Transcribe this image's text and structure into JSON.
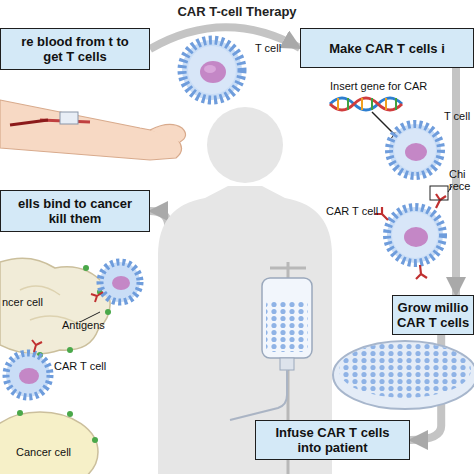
{
  "diagram": {
    "title": "CAR T-cell Therapy",
    "nodes": [
      {
        "text": [
          "re blood from t to get T cells"
        ]
      },
      {
        "text": [
          "Make CAR T cells i"
        ]
      },
      {
        "text": [
          "ells bind to cancer kill them"
        ]
      },
      {
        "text": [
          "Grow millio CAR T cells"
        ]
      },
      {
        "text": [
          "Infuse CAR T cells into patient"
        ]
      }
    ],
    "edges": [
      {
        "from": 0,
        "to": 1,
        "arrow": "to"
      },
      {
        "from": 1,
        "to": 3,
        "arrow": "to"
      },
      {
        "from": 3,
        "to": 4,
        "arrow": "to"
      },
      {
        "from": 4,
        "to": 2,
        "arrow": "to"
      }
    ],
    "labels": [
      "T cell",
      "Insert gene for CAR",
      "T cell",
      "Chi rece",
      "CAR T cell",
      "ncer cell",
      "Antigens",
      "CAR T cell",
      "Cancer cell"
    ]
  }
}
